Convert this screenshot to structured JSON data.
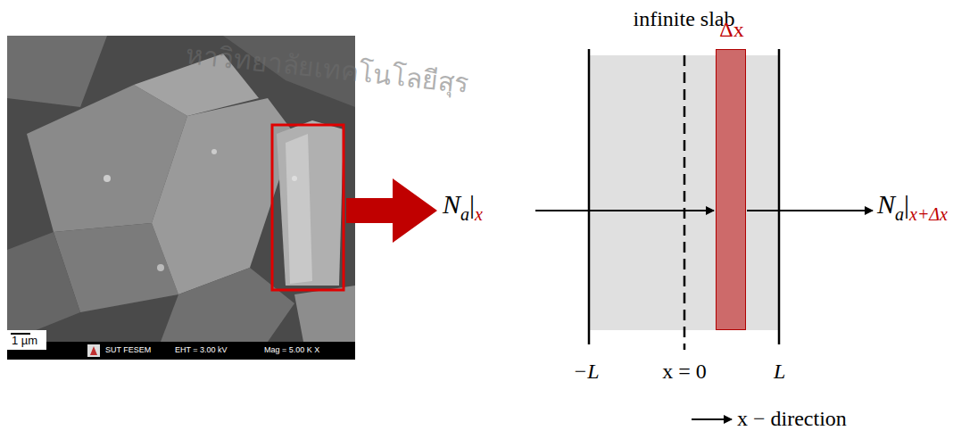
{
  "diagram": {
    "nodes": [
      {
        "text": [
          "infinite slab"
        ]
      },
      {
        "text": [
          "Δx"
        ],
        "in": 0
      }
    ],
    "labels": [
      "หาวิทยาลัยเทคโนโลยีสุร",
      "1 µm",
      "SUT FESEM",
      "EHT = 3.00 kV",
      "Mag = 5.00 K X",
      "N",
      "a",
      "|",
      "x",
      "N",
      "a",
      "|",
      "x+Δx",
      "−L",
      "x = 0",
      "L",
      "x − direction"
    ]
  }
}
